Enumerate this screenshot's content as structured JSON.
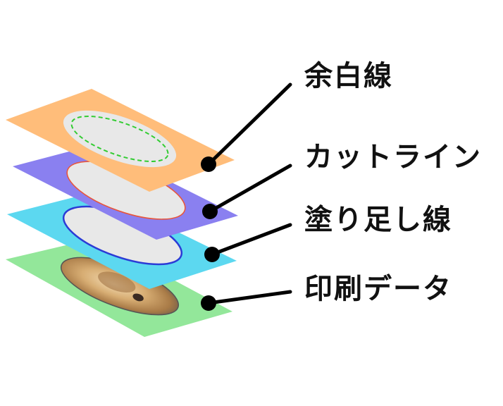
{
  "labels": {
    "margin_line": "余白線",
    "cut_line": "カットライン",
    "bleed_line": "塗り足し線",
    "print_data": "印刷データ"
  },
  "colors": {
    "margin_layer": "#ffbd7a",
    "cut_layer": "#8a80f0",
    "bleed_layer": "#5cd8f0",
    "print_layer": "#93e79a",
    "ellipse_fill": "#e8e8e8",
    "margin_dash": "#33cc33",
    "cut_stroke": "#e8553c",
    "bleed_stroke": "#2b3bd6",
    "leader": "#000000"
  },
  "icons": {
    "photo": "dog-photo"
  }
}
